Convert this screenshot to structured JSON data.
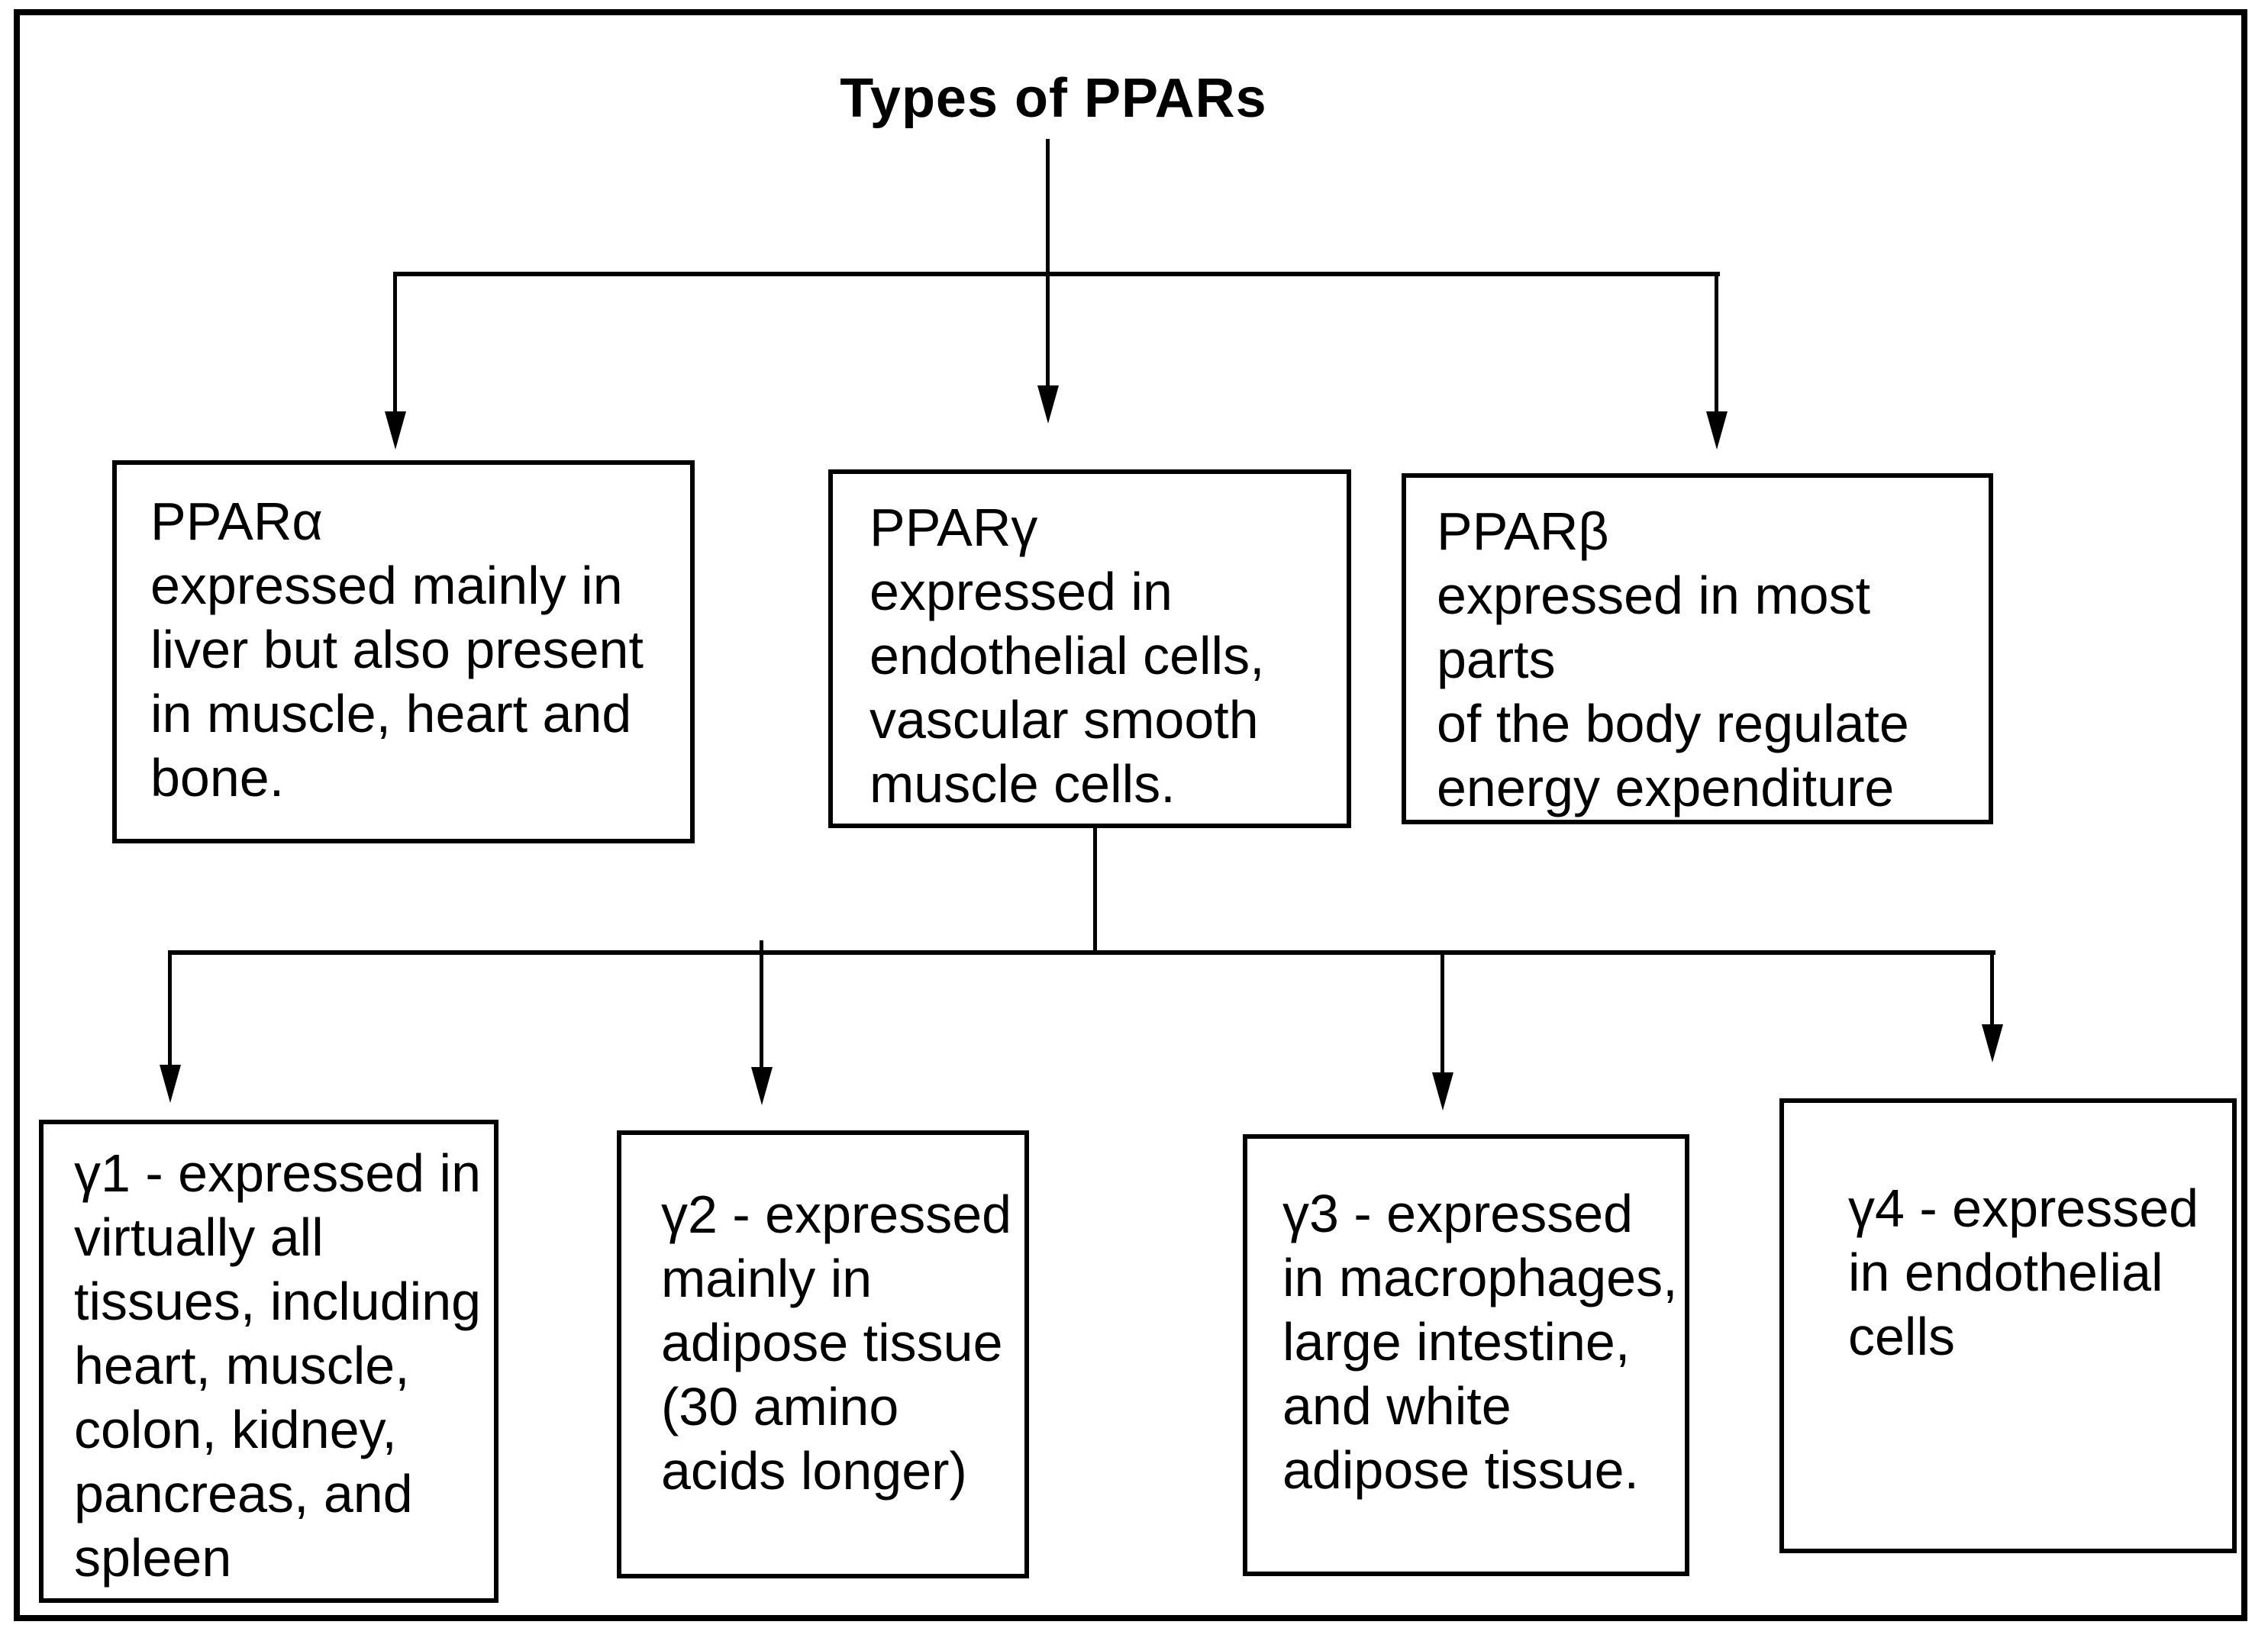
{
  "title": "Types of PPARs",
  "colors": {
    "background": "#ffffff",
    "line": "#000000",
    "text": "#000000"
  },
  "level1_boxes": {
    "ppar_alpha": "PPARα\nexpressed mainly in\nliver but also present\nin muscle, heart and\nbone.",
    "ppar_gamma": "PPARγ\nexpressed in\nendothelial cells,\nvascular smooth\nmuscle cells.",
    "ppar_beta": "PPARβ\nexpressed in most parts\nof the body regulate\nenergy expenditure"
  },
  "level2_boxes": {
    "gamma1": "γ1 - expressed in\nvirtually all\ntissues, including\nheart, muscle,\ncolon, kidney,\npancreas, and\nspleen",
    "gamma2": "γ2 - expressed\nmainly in\nadipose tissue\n(30 amino\nacids longer)",
    "gamma3": "γ3 - expressed\nin macrophages,\nlarge intestine,\nand white\nadipose tissue.",
    "gamma4": "γ4 - expressed\nin endothelial\ncells"
  }
}
